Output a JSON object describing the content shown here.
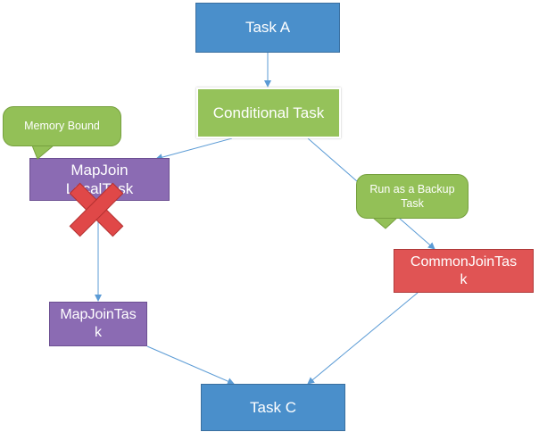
{
  "nodes": {
    "task_a": "Task A",
    "conditional": "Conditional Task",
    "mapjoin_local_line1": "MapJoin",
    "mapjoin_local_line2": "LocalTask",
    "mapjoin_task_line1": "MapJoinTas",
    "mapjoin_task_line2": "k",
    "common_join_line1": "CommonJoinTas",
    "common_join_line2": "k",
    "task_c": "Task C"
  },
  "callouts": {
    "memory_bound": "Memory Bound",
    "backup_line1": "Run as a Backup",
    "backup_line2": "Task"
  },
  "colors": {
    "blue": "#4a8fcb",
    "green": "#95c25a",
    "purple": "#8b6bb3",
    "red": "#e05454",
    "arrow": "#5b9bd5",
    "cross": "#e04848"
  }
}
